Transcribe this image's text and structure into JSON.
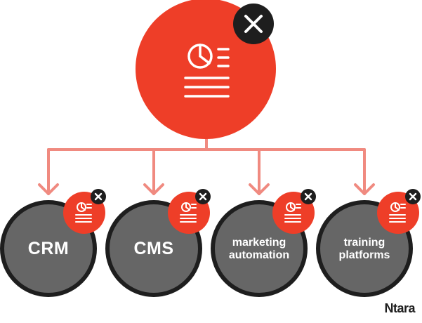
{
  "nodes": [
    {
      "id": "crm",
      "label": "CRM"
    },
    {
      "id": "cms",
      "label": "CMS"
    },
    {
      "id": "marketing-automation",
      "label_line1": "marketing",
      "label_line2": "automation"
    },
    {
      "id": "training-platforms",
      "label_line1": "training",
      "label_line2": "platforms"
    }
  ],
  "icons": {
    "hub": "report-pie-chart-icon",
    "badge": "report-pie-chart-icon",
    "close": "close-icon"
  },
  "brand": "Ntara",
  "colors": {
    "accent_red": "#ee3e28",
    "connector_salmon": "#f08a80",
    "node_gray": "#666666",
    "node_outline": "#1e1e1e",
    "close_badge": "#1e1e1e",
    "white": "#ffffff"
  }
}
